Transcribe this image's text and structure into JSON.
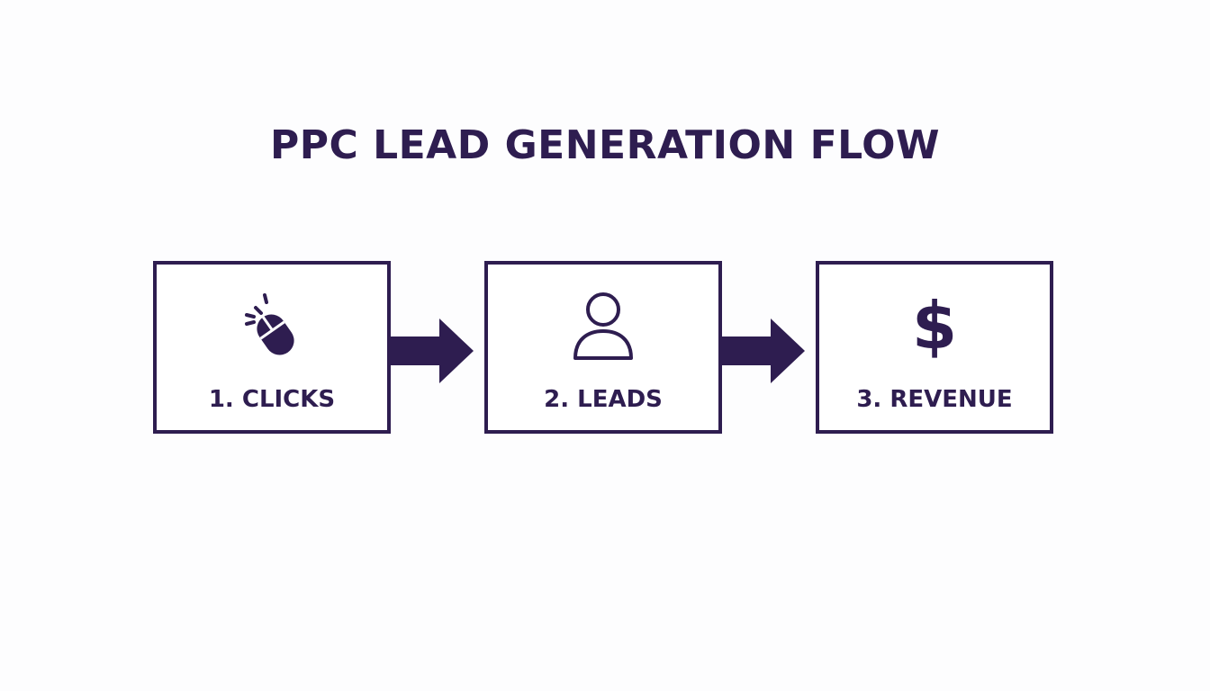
{
  "title": "PPC LEAD GENERATION FLOW",
  "colors": {
    "primary": "#2e1d50",
    "background": "#fdfdfe"
  },
  "steps": [
    {
      "label": "1. CLICKS",
      "icon": "mouse-click-icon"
    },
    {
      "label": "2. LEADS",
      "icon": "person-icon"
    },
    {
      "label": "3. REVENUE",
      "icon": "dollar-icon",
      "glyph": "$"
    }
  ]
}
